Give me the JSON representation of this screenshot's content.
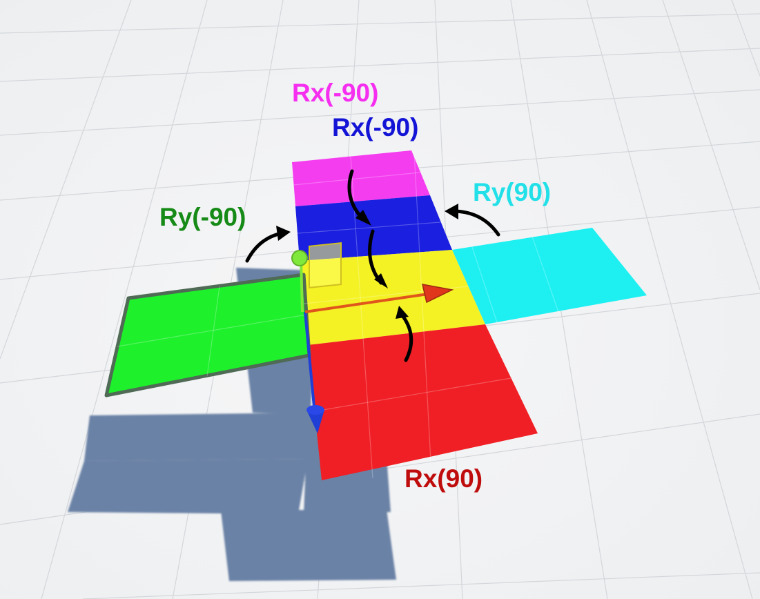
{
  "labels": {
    "magenta_rotation": "Rx(-90)",
    "blue_rotation": "Rx(-90)",
    "cyan_rotation": "Ry(90)",
    "green_rotation": "Ry(-90)",
    "red_rotation": "Rx(90)"
  },
  "colors": {
    "magenta": "#f53df0",
    "blue": "#1a1fe0",
    "yellow": "#f4f224",
    "cyan": "#1ef0f2",
    "green": "#1ef02c",
    "red": "#f01f25",
    "label_magenta": "#f52ef0",
    "label_blue": "#1414d6",
    "label_cyan": "#22e0e8",
    "label_green": "#168a16",
    "label_red": "#bf0d0d",
    "shadow": "#6a82a6",
    "gizmo_x": "#e0551c",
    "gizmo_y": "#7fe83a",
    "gizmo_z": "#1f3fd6"
  }
}
